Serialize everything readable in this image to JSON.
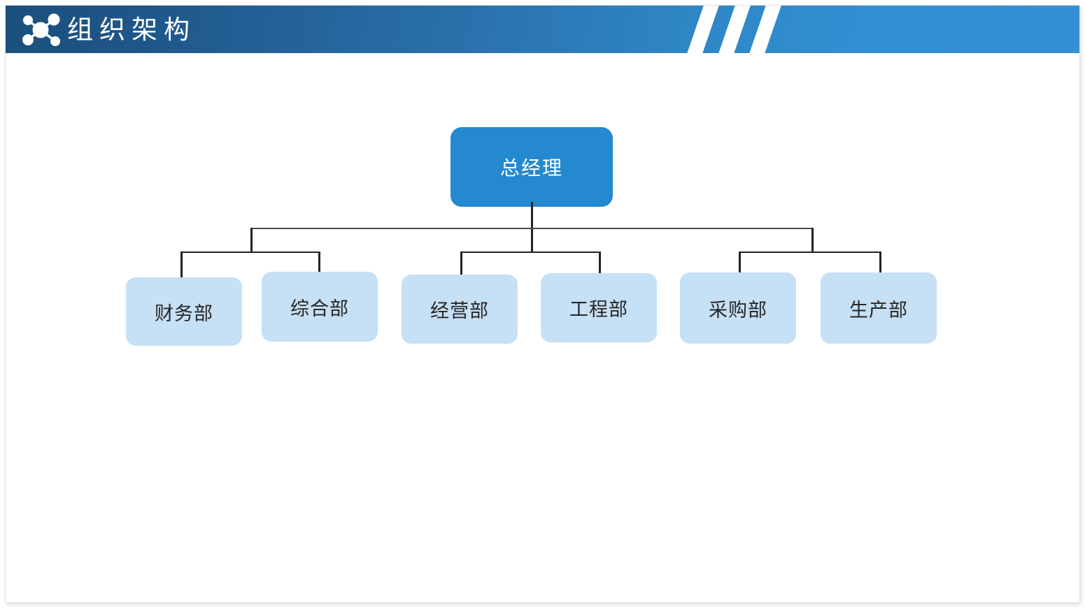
{
  "header": {
    "title": "组织架构",
    "icon": "network-nodes-icon",
    "gradient_from": "#1b4f7d",
    "gradient_to": "#3290d3",
    "stripe_color": "#ffffff",
    "stripe_count": 3
  },
  "chart_data": {
    "type": "diagram",
    "diagram_kind": "org-chart",
    "title": "组织架构",
    "root": {
      "label": "总经理",
      "fill": "#2489ce",
      "text_color": "#ffffff"
    },
    "leaf_fill": "#c6e0f5",
    "leaf_text_color": "#262626",
    "connector_color": "#222222",
    "groups": [
      {
        "name": "group-left",
        "nodes": [
          {
            "label": "财务部"
          },
          {
            "label": "综合部"
          }
        ]
      },
      {
        "name": "group-center",
        "nodes": [
          {
            "label": "经营部"
          },
          {
            "label": "工程部"
          }
        ]
      },
      {
        "name": "group-right",
        "nodes": [
          {
            "label": "采购部"
          },
          {
            "label": "生产部"
          }
        ]
      }
    ],
    "nodes_flat": [
      "总经理",
      "财务部",
      "综合部",
      "经营部",
      "工程部",
      "采购部",
      "生产部"
    ],
    "levels": 2,
    "edges": [
      {
        "from": "总经理",
        "to": "财务部"
      },
      {
        "from": "总经理",
        "to": "综合部"
      },
      {
        "from": "总经理",
        "to": "经营部"
      },
      {
        "from": "总经理",
        "to": "工程部"
      },
      {
        "from": "总经理",
        "to": "采购部"
      },
      {
        "from": "总经理",
        "to": "生产部"
      }
    ]
  }
}
